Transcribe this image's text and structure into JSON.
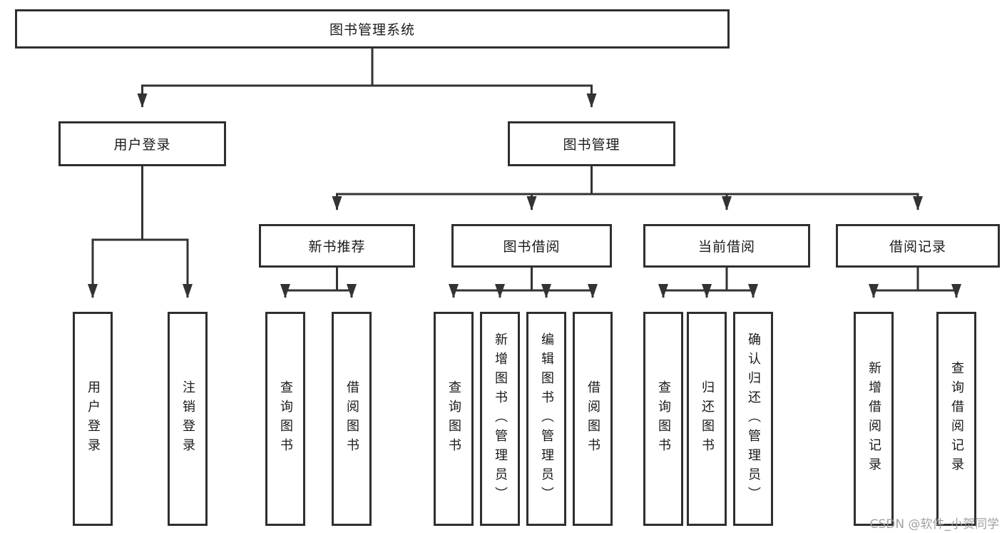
{
  "diagram": {
    "root": {
      "label": "图书管理系统"
    },
    "branches": [
      {
        "label": "用户登录",
        "children": [
          "用户登录",
          "注销登录"
        ]
      },
      {
        "label": "图书管理",
        "sections": [
          {
            "label": "新书推荐",
            "children": [
              "查询图书",
              "借阅图书"
            ]
          },
          {
            "label": "图书借阅",
            "children": [
              "查询图书",
              "新增图书（管理员）",
              "编辑图书（管理员）",
              "借阅图书"
            ]
          },
          {
            "label": "当前借阅",
            "children": [
              "查询图书",
              "归还图书",
              "确认归还（管理员）"
            ]
          },
          {
            "label": "借阅记录",
            "children": [
              "新增借阅记录",
              "查询借阅记录"
            ]
          }
        ]
      }
    ],
    "watermark": "CSDN @软件_小贺同学",
    "colors": {
      "line": "#333333",
      "box_border": "#2f2f2f",
      "text": "#1a1a1a",
      "watermark": "#9a9a9a",
      "background": "#ffffff"
    }
  }
}
